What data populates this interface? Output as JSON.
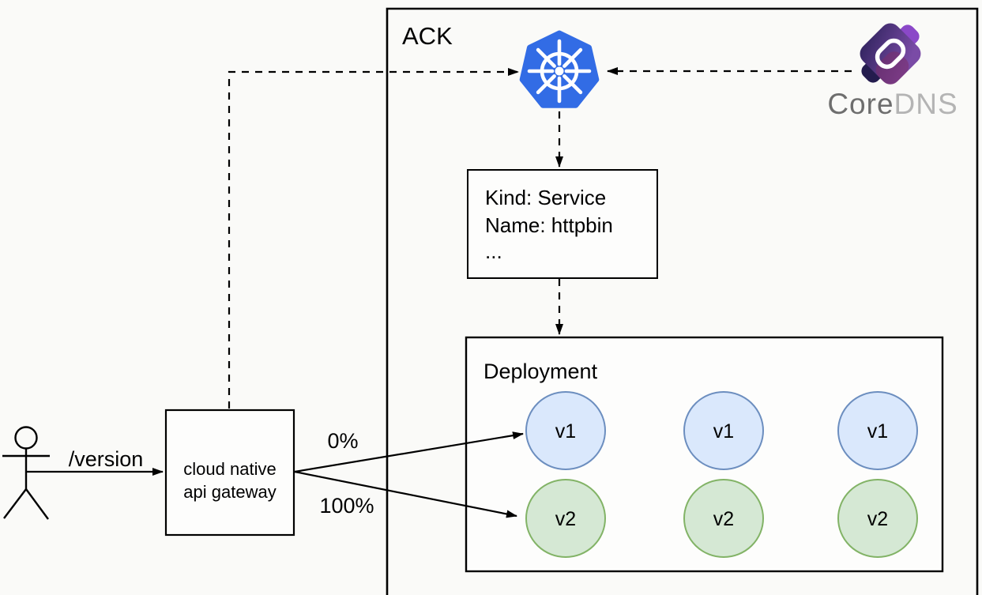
{
  "colors": {
    "background": "#FAFAF8",
    "line": "#000000",
    "k8s_blue": "#326CE5",
    "k8s_wheel": "#FFFFFF",
    "pod_v1_fill": "#DAE8FC",
    "pod_v1_stroke": "#6C8EBF",
    "pod_v2_fill": "#D5E8D4",
    "pod_v2_stroke": "#82B366",
    "coredns_dark_purple": "#31245F",
    "coredns_purple": "#7A4BA6",
    "coredns_stub_dark": "#241C4E",
    "coredns_stub_bright": "#8B48C8",
    "coredns_magenta": "#7C2D69",
    "coredns_text_core": "#6E6E6E",
    "coredns_text_dns": "#B4B4B4"
  },
  "cluster": {
    "label": "ACK"
  },
  "actor": {
    "name": "user"
  },
  "request": {
    "label": "/version"
  },
  "gateway": {
    "line1": "cloud native",
    "line2": "api gateway"
  },
  "kubernetes": {
    "name": "kubernetes-api-server"
  },
  "coredns": {
    "core": "Core",
    "dns": "DNS"
  },
  "service": {
    "line1": "Kind: Service",
    "line2": "Name: httpbin",
    "line3": "..."
  },
  "deployment": {
    "label": "Deployment",
    "pods": [
      {
        "label": "v1"
      },
      {
        "label": "v1"
      },
      {
        "label": "v1"
      },
      {
        "label": "v2"
      },
      {
        "label": "v2"
      },
      {
        "label": "v2"
      }
    ]
  },
  "routes": {
    "v1_weight": "0%",
    "v2_weight": "100%"
  }
}
